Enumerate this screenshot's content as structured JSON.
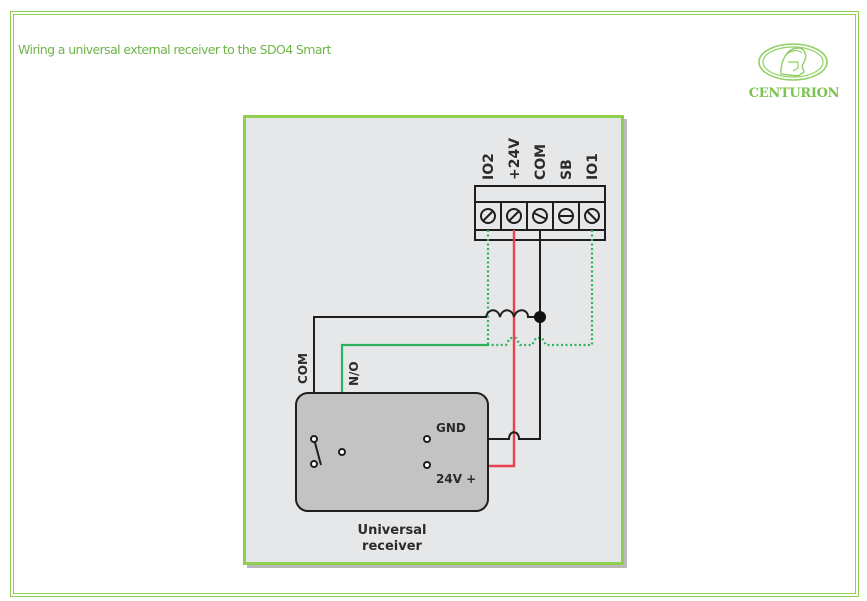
{
  "title": "Wiring a universal external receiver to the SDO4 Smart",
  "logo": {
    "icon": "centurion-helmet-logo",
    "text": "CENTURION"
  },
  "colors": {
    "accent": "#8fce4f",
    "title": "#6fb548",
    "wire_black": "#1e1e1e",
    "wire_red": "#e8434b",
    "wire_green": "#2eb25b",
    "diagram_bg": "#e6e7e9",
    "receiver_fill": "#c3c3c4"
  },
  "terminal_block": {
    "terminals": [
      "IO2",
      "+24V",
      "COM",
      "SB",
      "IO1"
    ]
  },
  "receiver": {
    "title_line1": "Universal",
    "title_line2": "receiver",
    "relay_labels": {
      "com": "COM",
      "no": "N/O"
    },
    "power_labels": {
      "gnd": "GND",
      "v24": "24V +"
    }
  },
  "connections": [
    {
      "from": "receiver.COM",
      "to": "terminal.COM",
      "color": "black"
    },
    {
      "from": "receiver.N/O",
      "to": "terminal.IO2 or terminal.IO1",
      "color": "green",
      "style": "solid to dotted"
    },
    {
      "from": "receiver.GND",
      "to": "terminal.COM",
      "color": "black"
    },
    {
      "from": "receiver.24V +",
      "to": "terminal.+24V",
      "color": "red"
    }
  ]
}
